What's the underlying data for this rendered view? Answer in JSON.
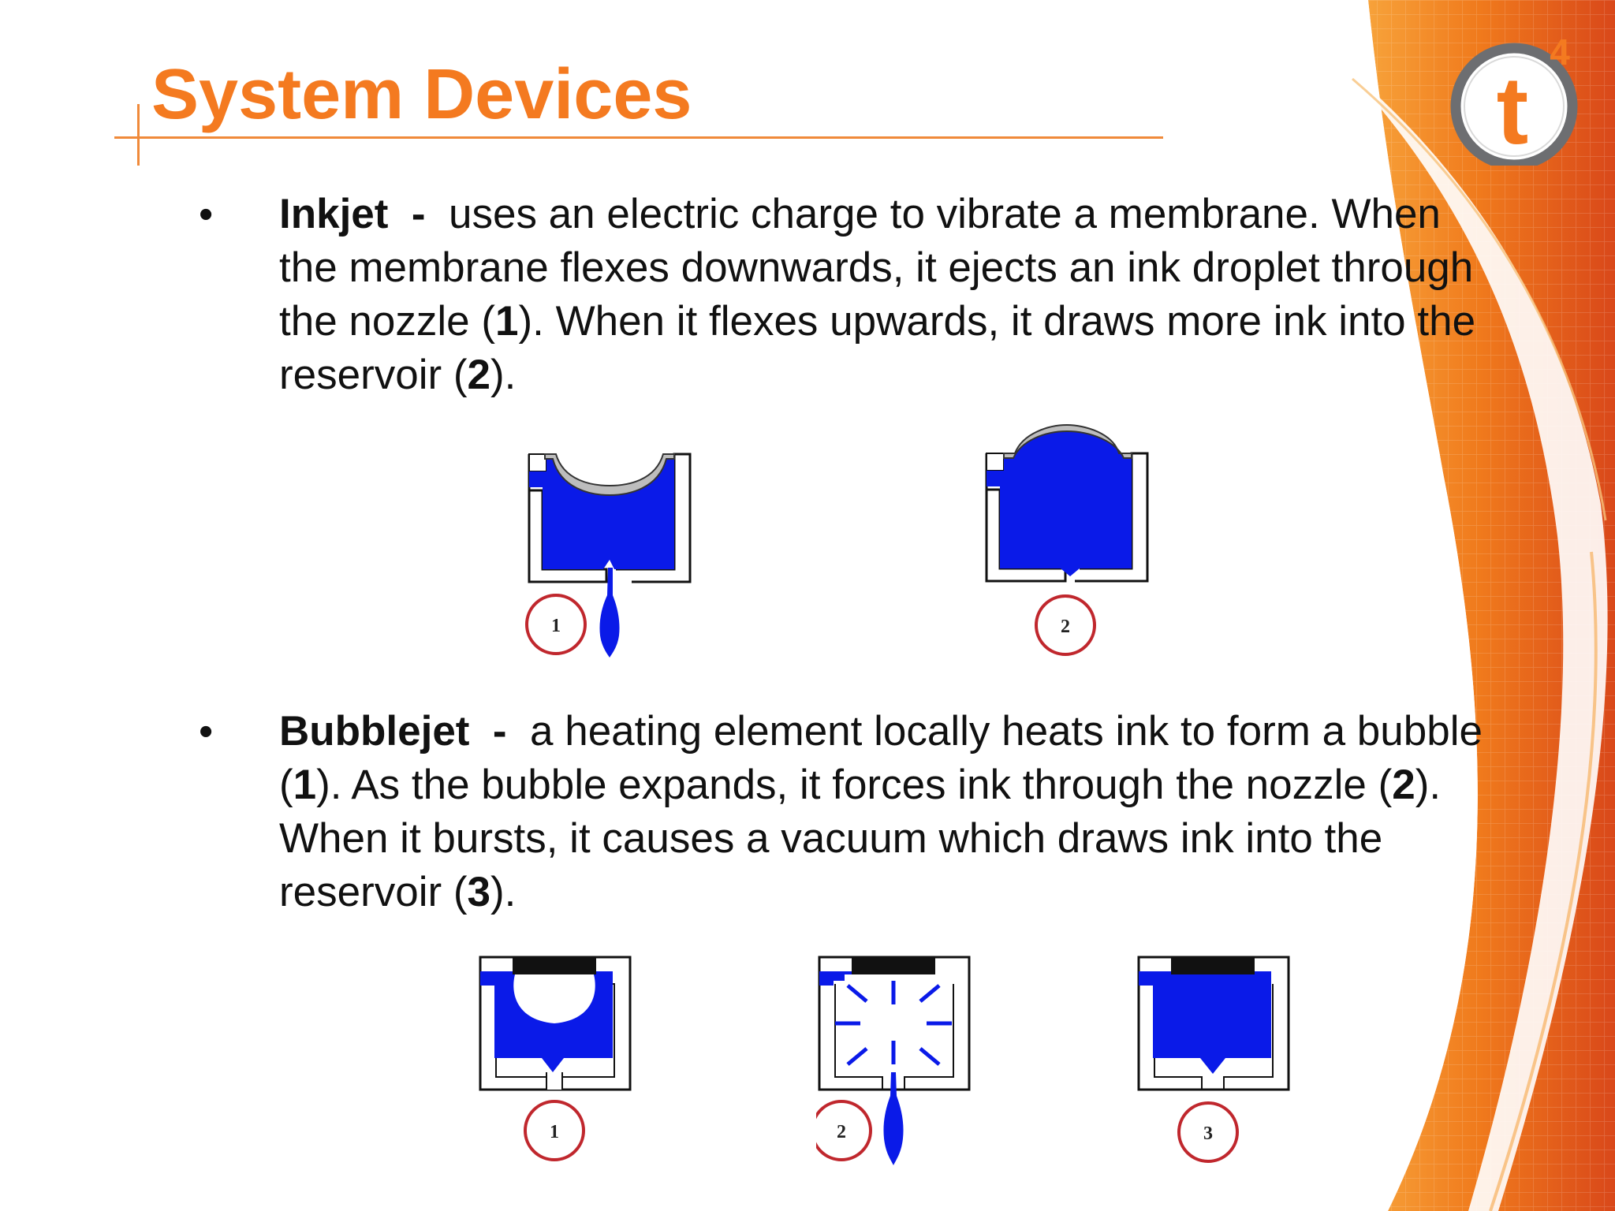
{
  "slide": {
    "title": "System Devices",
    "logo": {
      "letter": "t",
      "superscript": "4",
      "colors": {
        "ring": "#6d6e71",
        "letter": "#f47a20"
      }
    },
    "colors": {
      "title": "#f47a20",
      "ink": "#0a1ae8",
      "text": "#111111",
      "label_circle": "#c0272d"
    }
  },
  "bullets": [
    {
      "marker": "•",
      "term": "Inkjet",
      "dash": "-",
      "parts": [
        "uses an electric charge to vibrate a membrane. When the membrane flexes downwards,  it ejects an ink droplet through the nozzle (",
        "1",
        "). When it flexes upwards, it draws more ink into the reservoir (",
        "2",
        ")."
      ]
    },
    {
      "marker": "•",
      "term": "Bubblejet",
      "dash": "-",
      "parts": [
        "a heating element locally heats ink to form a bubble (",
        "1",
        "). As the bubble expands, it forces ink through the nozzle (",
        "2",
        "). When it bursts, it causes a vacuum which draws ink into the reservoir (",
        "3",
        ")."
      ]
    }
  ],
  "inkjet_diagrams": [
    {
      "label": "1",
      "icon": "inkjet-membrane-down-diagram"
    },
    {
      "label": "2",
      "icon": "inkjet-membrane-up-diagram"
    }
  ],
  "bubblejet_diagrams": [
    {
      "label": "1",
      "icon": "bubble-forming-diagram"
    },
    {
      "label": "2",
      "icon": "bubble-bursting-diagram"
    },
    {
      "label": "3",
      "icon": "reservoir-refill-diagram"
    }
  ]
}
